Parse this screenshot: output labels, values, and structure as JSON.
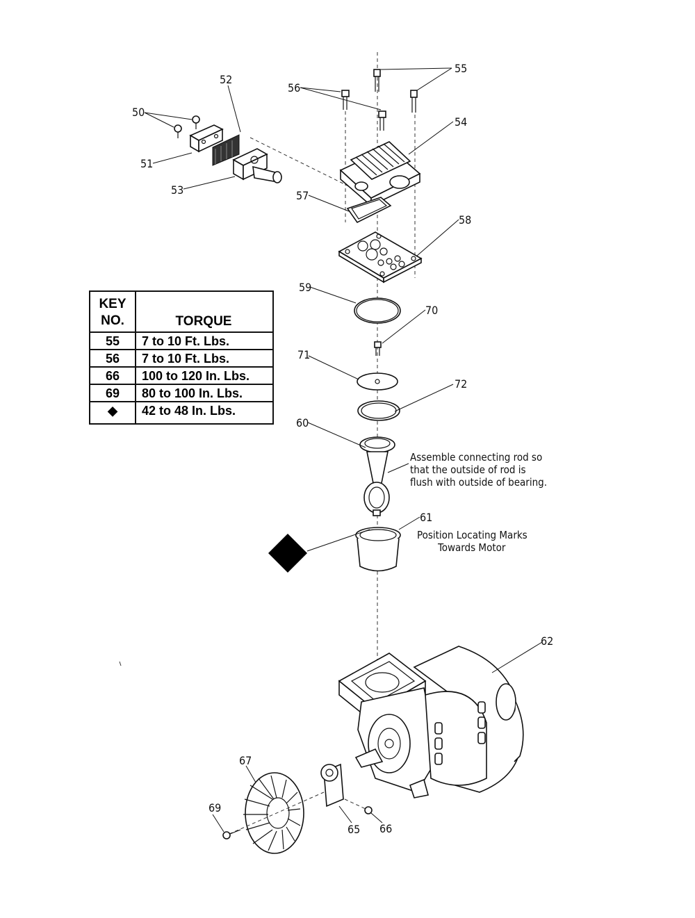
{
  "callouts": {
    "c50": "50",
    "c51": "51",
    "c52": "52",
    "c53": "53",
    "c54": "54",
    "c55": "55",
    "c56": "56",
    "c57": "57",
    "c58": "58",
    "c59": "59",
    "c60": "60",
    "c61": "61",
    "c62": "62",
    "c65": "65",
    "c66": "66",
    "c67": "67",
    "c69": "69",
    "c70": "70",
    "c71": "71",
    "c72": "72"
  },
  "notes": {
    "connecting_rod": [
      "Assemble connecting rod so",
      "that the outside of rod is",
      "flush with outside of bearing."
    ],
    "locating_marks": [
      "Position Locating Marks",
      "Towards Motor"
    ]
  },
  "torque_table": {
    "header_key": [
      "KEY",
      "NO."
    ],
    "header_torque": "TORQUE",
    "rows": [
      {
        "key": "55",
        "torque": "7 to 10 Ft. Lbs."
      },
      {
        "key": "56",
        "torque": "7 to 10 Ft. Lbs."
      },
      {
        "key": "66",
        "torque": "100 to 120 In. Lbs."
      },
      {
        "key": "69",
        "torque": "80 to 100 In. Lbs."
      },
      {
        "key": "◆",
        "torque": "42 to 48 In. Lbs."
      }
    ]
  }
}
